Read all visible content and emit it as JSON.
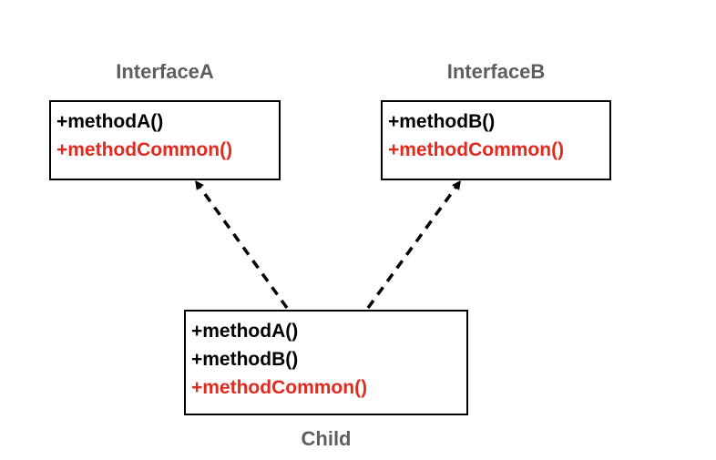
{
  "colors": {
    "common_method": "#e32a1f",
    "plain_method": "#000000",
    "title": "#5e5e5e"
  },
  "interface_a": {
    "title": "InterfaceA",
    "methods": [
      "+methodA()",
      "+methodCommon()"
    ]
  },
  "interface_b": {
    "title": "InterfaceB",
    "methods": [
      "+methodB()",
      "+methodCommon()"
    ]
  },
  "child": {
    "title": "Child",
    "methods": [
      "+methodA()",
      "+methodB()",
      "+methodCommon()"
    ]
  },
  "relations": [
    {
      "from": "Child",
      "to": "InterfaceA",
      "style": "dashed-arrow"
    },
    {
      "from": "Child",
      "to": "InterfaceB",
      "style": "dashed-arrow"
    }
  ]
}
